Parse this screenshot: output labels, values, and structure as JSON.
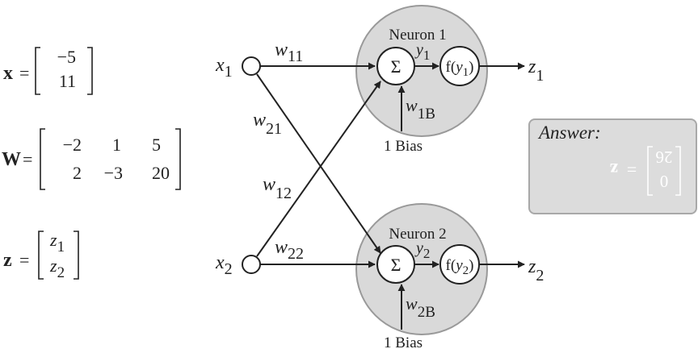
{
  "equations": {
    "x": {
      "symbol": "x",
      "eq": "=",
      "rows": [
        [
          "−5"
        ],
        [
          "11"
        ]
      ]
    },
    "W": {
      "symbol": "W",
      "eq": "=",
      "rows": [
        [
          "−2",
          "1",
          "5"
        ],
        [
          "2",
          "−3",
          "20"
        ]
      ]
    },
    "z": {
      "symbol": "z",
      "eq": "=",
      "rows": [
        [
          "z",
          "1"
        ],
        [
          "z",
          "2"
        ]
      ]
    }
  },
  "inputs": [
    {
      "label": "x",
      "sub": "1"
    },
    {
      "label": "x",
      "sub": "2"
    }
  ],
  "weights": {
    "w11": {
      "label": "w",
      "sub": "11"
    },
    "w21": {
      "label": "w",
      "sub": "21"
    },
    "w12": {
      "label": "w",
      "sub": "12"
    },
    "w22": {
      "label": "w",
      "sub": "22"
    }
  },
  "neurons": [
    {
      "title": "Neuron 1",
      "sum_symbol": "Σ",
      "y_label": "y",
      "y_sub": "1",
      "act_prefix": "f(",
      "act_var": "y",
      "act_sub": "1",
      "act_suffix": ")",
      "bias_w": "w",
      "bias_sub": "1B",
      "bias_text": "1  Bias",
      "output_label": "z",
      "output_sub": "1"
    },
    {
      "title": "Neuron 2",
      "sum_symbol": "Σ",
      "y_label": "y",
      "y_sub": "2",
      "act_prefix": "f(",
      "act_var": "y",
      "act_sub": "2",
      "act_suffix": ")",
      "bias_w": "w",
      "bias_sub": "2B",
      "bias_text": "1  Bias",
      "output_label": "z",
      "output_sub": "2"
    }
  ],
  "answer": {
    "heading": "Answer:",
    "rows": [
      "0",
      "26"
    ],
    "eq": "=",
    "symbol": "z"
  },
  "colors": {
    "neuron_fill": "#d9d9d9",
    "answer_fill": "#dcdcdc",
    "ink": "#222222"
  }
}
